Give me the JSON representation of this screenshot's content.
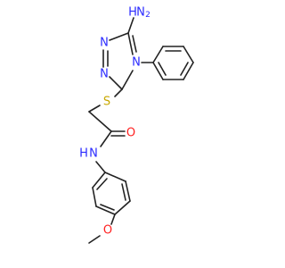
{
  "colors": {
    "bond": "#222222",
    "nitrogen": "#2a2aff",
    "oxygen": "#ff2020",
    "sulfur": "#c8a800",
    "hydrogen_on_n": "#2a2aff"
  },
  "atoms": {
    "n_triazole_1": "N",
    "n_triazole_2": "N",
    "n_triazole_4": "N",
    "amine_n": "N",
    "amine_h": "H",
    "amine_h_count": "2",
    "thioether_s": "S",
    "carbonyl_o": "O",
    "amide_n": "N",
    "amide_h": "H",
    "ether_o": "O"
  }
}
